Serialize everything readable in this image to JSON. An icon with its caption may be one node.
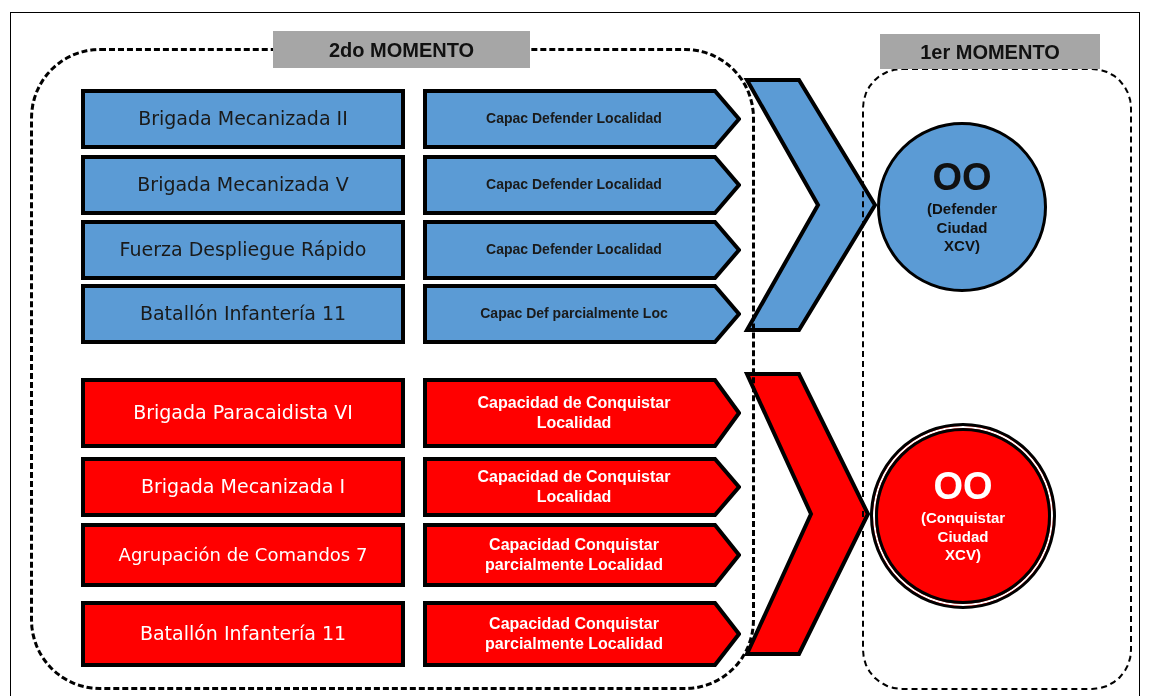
{
  "diagram": {
    "nodes": [
      {
        "text": [
          "2do MOMENTO"
        ]
      },
      {
        "text": [
          "Brigada Mecanizada II"
        ],
        "in": 0
      },
      {
        "text": [
          "Capac Defender Localidad"
        ],
        "in": 0
      },
      {
        "text": [
          "Brigada Mecanizada V"
        ],
        "in": 0
      },
      {
        "text": [
          "Capac Defender Localidad"
        ],
        "in": 0
      },
      {
        "text": [
          "Fuerza Despliegue Rápido"
        ],
        "in": 0
      },
      {
        "text": [
          "Capac Defender Localidad"
        ],
        "in": 0
      },
      {
        "text": [
          "Batallón Infantería 11"
        ],
        "in": 0
      },
      {
        "text": [
          "Capac Def parcialmente Loc"
        ],
        "in": 0
      },
      {
        "text": [
          "Brigada Paracaidista VI"
        ],
        "in": 0
      },
      {
        "text": [
          "Capacidad de Conquistar Localidad"
        ],
        "in": 0
      },
      {
        "text": [
          "Brigada Mecanizada I"
        ],
        "in": 0
      },
      {
        "text": [
          "Capacidad de Conquistar Localidad"
        ],
        "in": 0
      },
      {
        "text": [
          "Agrupación de Comandos 7"
        ],
        "in": 0
      },
      {
        "text": [
          "Capacidad Conquistar parcialmente Localidad"
        ],
        "in": 0
      },
      {
        "text": [
          "Batallón Infantería 11"
        ],
        "in": 0
      },
      {
        "text": [
          "Capacidad Conquistar parcialmente Localidad"
        ],
        "in": 0
      },
      {
        "text": [
          "1er MOMENTO"
        ]
      },
      {
        "text": [
          "OO",
          "(Defender Ciudad XCV)"
        ],
        "in": 17
      },
      {
        "text": [
          "OO",
          "(Conquistar Ciudad XCV)"
        ],
        "in": 17
      }
    ],
    "edges": [
      {
        "from": 0,
        "to": 18,
        "arrow": "to",
        "color": "#5b9bd5"
      },
      {
        "from": 0,
        "to": 19,
        "arrow": "to",
        "color": "#ff0000"
      }
    ]
  }
}
